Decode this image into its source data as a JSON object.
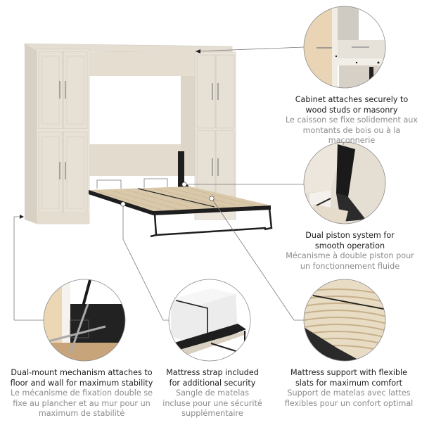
{
  "features": [
    {
      "id": "cabinet-attach",
      "title_en_line1": "Cabinet attaches securely to",
      "title_en_line2": "wood studs or masonry",
      "title_fr_line1": "Le caisson se fixe solidement aux",
      "title_fr_line2": "montants de bois ou à la maçonnerie",
      "title_fr_line3": ""
    },
    {
      "id": "dual-piston",
      "title_en_line1": "Dual piston system for",
      "title_en_line2": "smooth operation",
      "title_fr_line1": "Mécanisme à double piston pour",
      "title_fr_line2": "un fonctionnement fluide",
      "title_fr_line3": ""
    },
    {
      "id": "dual-mount",
      "title_en_line1": "Dual-mount mechanism attaches to",
      "title_en_line2": "floor and wall for maximum stability",
      "title_fr_line1": "Le mécanisme de fixation double se",
      "title_fr_line2": "fixe au plancher et au mur pour un",
      "title_fr_line3": "maximum de stabilité"
    },
    {
      "id": "mattress-strap",
      "title_en_line1": "Mattress strap included",
      "title_en_line2": "for additional security",
      "title_fr_line1": "Sangle de matelas",
      "title_fr_line2": "incluse pour une sécurité",
      "title_fr_line3": "supplémentaire"
    },
    {
      "id": "flexible-slats",
      "title_en_line1": "Mattress support with flexible",
      "title_en_line2": "slats for maximum comfort",
      "title_fr_line1": "Support de matelas avec lattes",
      "title_fr_line2": "flexibles pour un confort optimal",
      "title_fr_line3": ""
    }
  ],
  "colors": {
    "text_en": "#1c1c1c",
    "text_fr": "#8c8c8c",
    "wood_light": "#e8e2d8",
    "metal_black": "#1e1e1e",
    "slat": "#d9c9aa",
    "callout_line": "#7a7a7a"
  }
}
